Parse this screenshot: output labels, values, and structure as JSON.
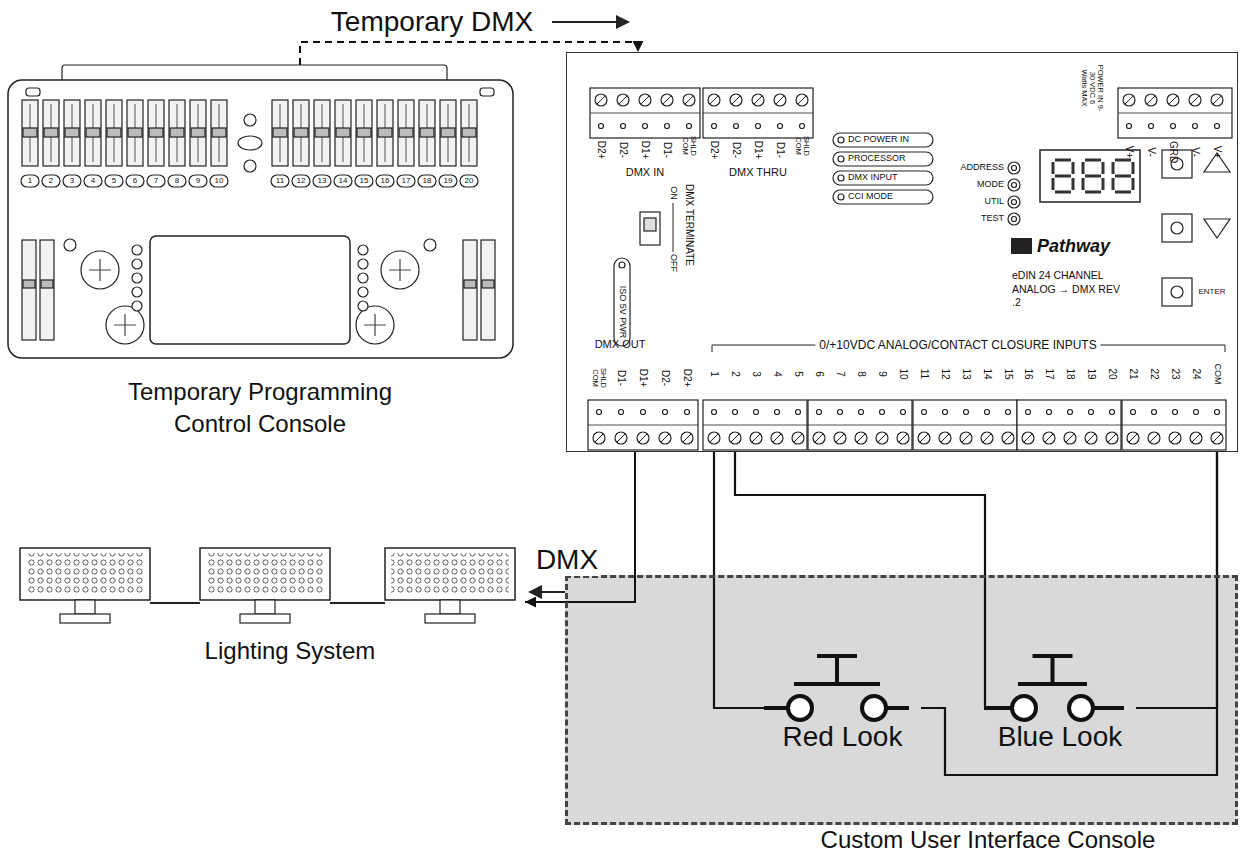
{
  "diagram": {
    "nodes": [
      {
        "text": [
          "Temporary Programming Control Console"
        ]
      },
      {
        "text": [
          "Pathway",
          "eDIN 24 CHANNEL ANALOG → DMX REV .2"
        ]
      },
      {
        "text": [
          "Lighting System"
        ]
      },
      {
        "text": [
          "Custom User Interface Console"
        ]
      },
      {
        "text": [
          "Red Look"
        ],
        "in": 3
      },
      {
        "text": [
          "Blue Look"
        ],
        "in": 3
      }
    ],
    "edges": [
      {
        "from": 0,
        "to": 1,
        "arrow": "to",
        "label": "Temporary DMX"
      },
      {
        "from": 1,
        "to": 2,
        "arrow": "to",
        "label": "DMX"
      },
      {
        "from": 1,
        "to": 4,
        "arrow": "none"
      },
      {
        "from": 1,
        "to": 5,
        "arrow": "none"
      },
      {
        "from": 4,
        "to": 1,
        "arrow": "none"
      },
      {
        "from": 5,
        "to": 1,
        "arrow": "none"
      }
    ],
    "labels": [
      "1",
      "2",
      "3",
      "4",
      "5",
      "6",
      "7",
      "8",
      "9",
      "10",
      "11",
      "12",
      "13",
      "14",
      "15",
      "16",
      "17",
      "18",
      "19",
      "20",
      "D2+",
      "D2-",
      "D1+",
      "D1-",
      "SHLD COM",
      "DMX IN",
      "D2+",
      "D2-",
      "D1+",
      "D1-",
      "SHLD COM",
      "DMX THRU",
      "POWER IN 9-30 VDC 6 Watts MAX",
      "V+",
      "V-",
      "GRD",
      "V-",
      "V+",
      "DC POWER IN",
      "PROCESSOR",
      "DMX INPUT",
      "CCI MODE",
      "ADDRESS",
      "MODE",
      "UTIL",
      "TEST",
      "ENTER",
      "DMX TERMINATE",
      "ON",
      "OFF",
      "ISO 5V PWR",
      "DMX OUT",
      "SHLD COM",
      "D1-",
      "D1+",
      "D2-",
      "D2+",
      "0/+10VDC ANALOG/CONTACT CLOSURE INPUTS",
      "1",
      "2",
      "3",
      "4",
      "5",
      "6",
      "7",
      "8",
      "9",
      "10",
      "11",
      "12",
      "13",
      "14",
      "15",
      "16",
      "17",
      "18",
      "19",
      "20",
      "21",
      "22",
      "23",
      "24",
      "COM"
    ]
  }
}
